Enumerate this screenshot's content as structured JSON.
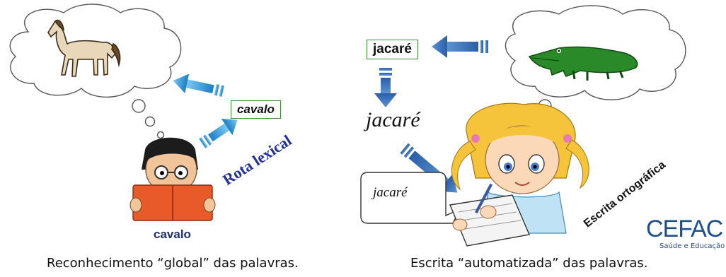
{
  "left_panel": {
    "word_box": "cavalo",
    "reader_word": "cavalo",
    "route_label": "Rota lexical",
    "caption": "Reconhecimento “global” das palavras."
  },
  "right_panel": {
    "word_box": "jacaré",
    "cursive_word": "jacaré",
    "speech_word": "jacaré",
    "route_label": "Escrita ortográfica",
    "caption": "Escrita “automatizada” das palavras."
  },
  "logo": {
    "name": "CEFAC",
    "tagline": "Saúde e Educação"
  },
  "colors": {
    "arrow_light": "#3aa0e0",
    "arrow_dark": "#2f6db5",
    "box_border": "#3a8a3a",
    "route_text": "#1f2f9b",
    "logo": "#1d4f8c"
  },
  "icons": [
    "thought-cloud-icon",
    "horse-icon",
    "boy-reading-icon",
    "crocodile-icon",
    "girl-writing-icon",
    "arrow-icon"
  ]
}
